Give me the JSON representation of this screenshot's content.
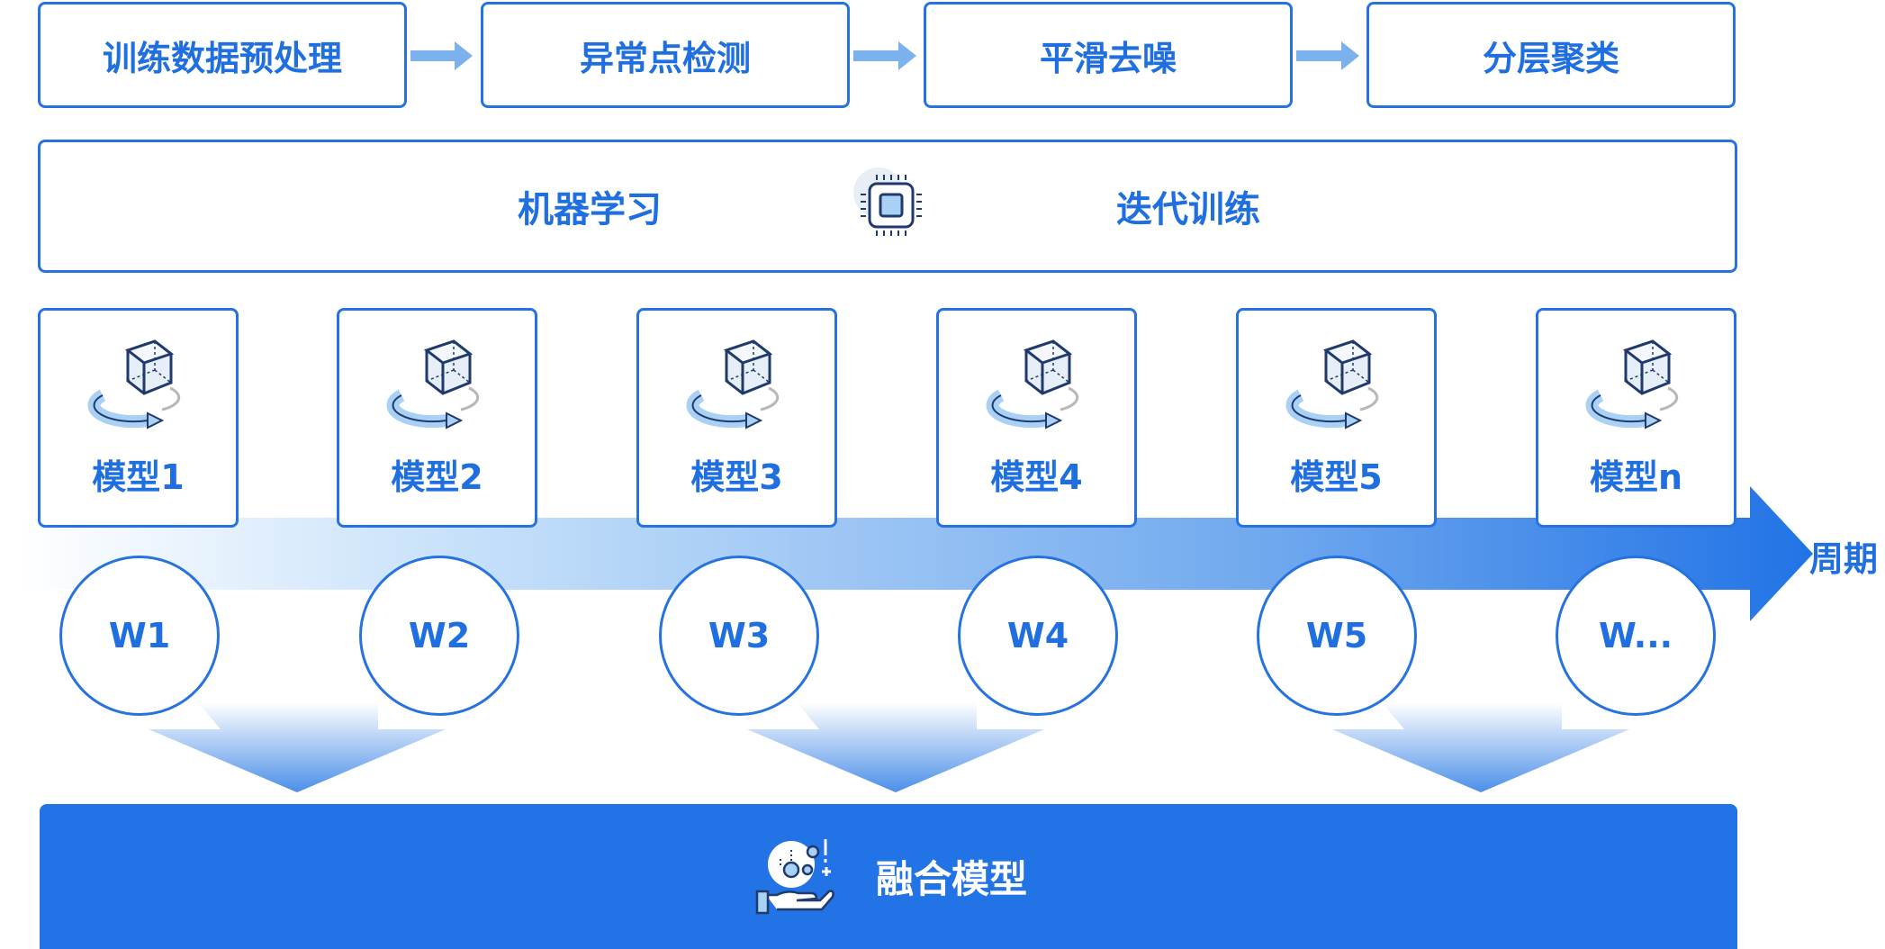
{
  "pipeline": {
    "steps": [
      "训练数据预处理",
      "异常点检测",
      "平滑去噪",
      "分层聚类"
    ]
  },
  "training": {
    "left_label": "机器学习",
    "right_label": "迭代训练",
    "icon": "chip-icon"
  },
  "models": [
    "模型1",
    "模型2",
    "模型3",
    "模型4",
    "模型5",
    "模型n"
  ],
  "weights": [
    "W1",
    "W2",
    "W3",
    "W4",
    "W5",
    "W..."
  ],
  "timeline": {
    "label": "周期"
  },
  "fusion": {
    "label": "融合模型",
    "icon": "hand-molecule-icon"
  },
  "colors": {
    "accent": "#2673e0",
    "text": "#1f6fe0",
    "fusion_bg": "#2173e6",
    "icon_fill": "#a9d0f5",
    "icon_stroke": "#1f3a6b"
  }
}
